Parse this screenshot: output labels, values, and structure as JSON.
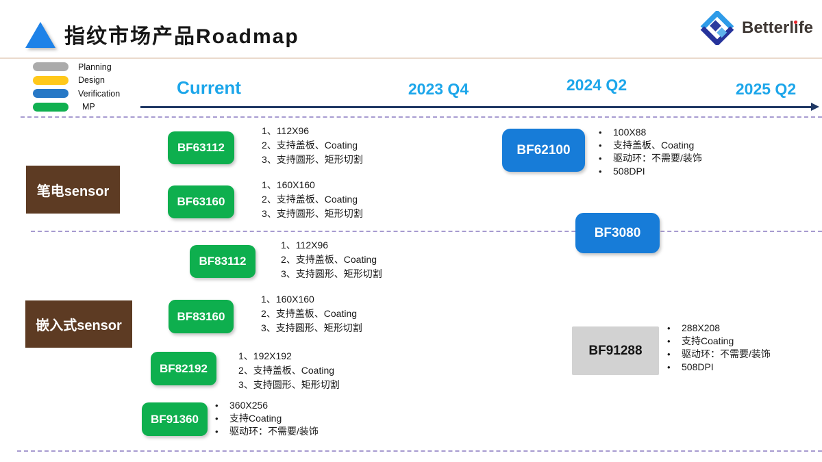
{
  "slide": {
    "title": "指纹市场产品Roadmap",
    "brand": "Betterlife"
  },
  "legend": [
    {
      "label": "Planning",
      "color": "#ABABAB"
    },
    {
      "label": "Design",
      "color": "#FFC81A"
    },
    {
      "label": "Verification",
      "color": "#2778C6"
    },
    {
      "label": "MP",
      "color": "#10B050"
    }
  ],
  "timeline": [
    "Current",
    "2023 Q4",
    "2024 Q2",
    "2025 Q2"
  ],
  "rows": [
    {
      "label": "笔电sensor"
    },
    {
      "label": "嵌入式sensor"
    }
  ],
  "products": [
    {
      "id": "BF63112",
      "row": "笔电sensor",
      "status": "MP",
      "column": "Current",
      "specs": [
        "1、112X96",
        "2、支持盖板、Coating",
        "3、支持圆形、矩形切割"
      ]
    },
    {
      "id": "BF63160",
      "row": "笔电sensor",
      "status": "MP",
      "column": "Current",
      "specs": [
        "1、160X160",
        "2、支持盖板、Coating",
        "3、支持圆形、矩形切割"
      ]
    },
    {
      "id": "BF62100",
      "row": "笔电sensor",
      "status": "Verification",
      "column": "2024 Q2",
      "specs": [
        "100X88",
        "支持盖板、Coating",
        "驱动环：不需要/装饰",
        "508DPI"
      ]
    },
    {
      "id": "BF3080",
      "row": "笔电sensor",
      "status": "Verification",
      "column": "2024 Q2",
      "specs": []
    },
    {
      "id": "BF83112",
      "row": "嵌入式sensor",
      "status": "MP",
      "column": "Current",
      "specs": [
        "1、112X96",
        "2、支持盖板、Coating",
        "3、支持圆形、矩形切割"
      ]
    },
    {
      "id": "BF83160",
      "row": "嵌入式sensor",
      "status": "MP",
      "column": "Current",
      "specs": [
        "1、160X160",
        "2、支持盖板、Coating",
        "3、支持圆形、矩形切割"
      ]
    },
    {
      "id": "BF82192",
      "row": "嵌入式sensor",
      "status": "MP",
      "column": "Current",
      "specs": [
        "1、192X192",
        "2、支持盖板、Coating",
        "3、支持圆形、矩形切割"
      ]
    },
    {
      "id": "BF91360",
      "row": "嵌入式sensor",
      "status": "MP",
      "column": "Current",
      "specs": [
        "360X256",
        "支持Coating",
        "驱动环：不需要/装饰"
      ]
    },
    {
      "id": "BF91288",
      "row": "嵌入式sensor",
      "status": "Planning",
      "column": "2024 Q2",
      "specs": [
        "288X208",
        "支持Coating",
        "驱动环：不需要/装饰",
        "508DPI"
      ]
    }
  ],
  "colors": {
    "mp_green": "#0EAF4E",
    "verification_blue": "#177CD8",
    "planning_gray": "#D2D2D2",
    "design_yellow": "#FFC81A",
    "category_brown": "#5D3B23",
    "timeline_cyan": "#1CA6EA",
    "arrow_navy": "#1F3864",
    "divider_purple": "#A79BD0",
    "header_rule_tan": "#EADACC"
  }
}
